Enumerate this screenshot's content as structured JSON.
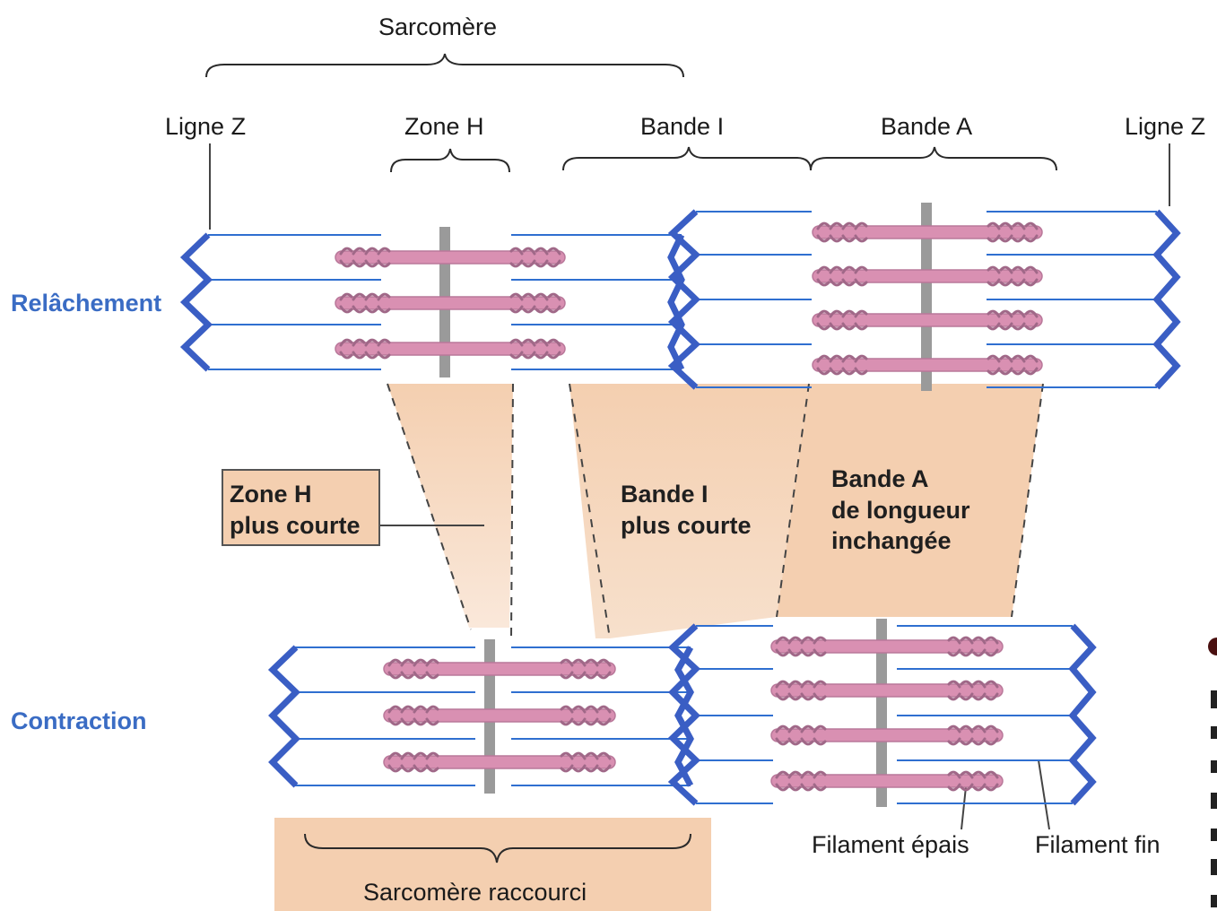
{
  "labels": {
    "sarcomere": "Sarcomère",
    "ligne_z_left": "Ligne Z",
    "zone_h": "Zone H",
    "bande_i": "Bande I",
    "bande_a": "Bande A",
    "ligne_z_right": "Ligne Z",
    "relachement": "Relâchement",
    "contraction": "Contraction",
    "zone_h_shorter": [
      "Zone H",
      "plus courte"
    ],
    "bande_i_shorter": [
      "Bande I",
      "plus courte"
    ],
    "bande_a_unchanged": [
      "Bande A",
      "de longueur",
      "inchangée"
    ],
    "filament_epais": "Filament épais",
    "filament_fin": "Filament fin",
    "sarcomere_shortened": "Sarcomère raccourci"
  },
  "colors": {
    "thin_filament": "#2f6fd0",
    "z_line": "#3a5ec4",
    "thick_filament": "#d990b2",
    "m_line": "#9a9a9a",
    "band_fill": "#f4cfb0",
    "band_fill_light": "#f8e1cf",
    "label_blue": "#3a6cc4"
  }
}
